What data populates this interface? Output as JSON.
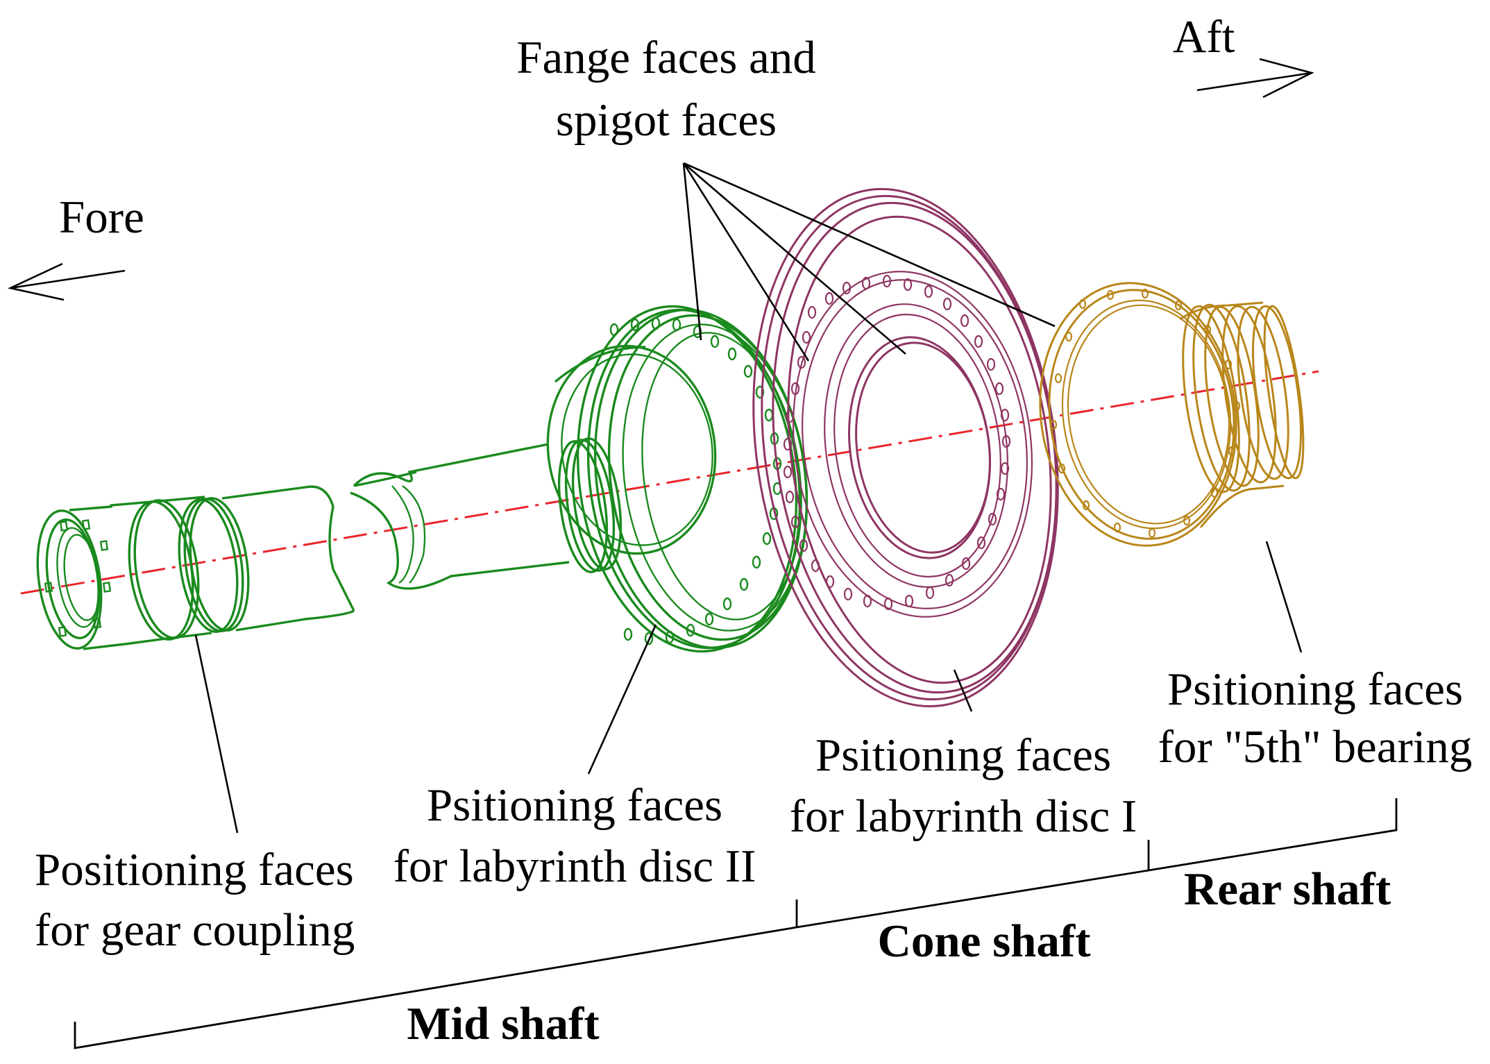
{
  "direction_labels": {
    "fore": "Fore",
    "aft": "Aft"
  },
  "callouts": {
    "flange_spigot": [
      "Fange faces and",
      "spigot faces"
    ],
    "gear_coupling": [
      "Positioning faces",
      "for gear coupling"
    ],
    "labyrinth_disc_2": [
      "Psitioning faces",
      "for labyrinth disc II"
    ],
    "labyrinth_disc_1": [
      "Psitioning faces",
      "for labyrinth disc I"
    ],
    "bearing_5th": [
      "Psitioning faces",
      "for \"5th\" bearing"
    ]
  },
  "shaft_segments": {
    "mid": "Mid shaft",
    "cone": "Cone shaft",
    "rear": "Rear shaft"
  },
  "colors": {
    "mid_shaft": "#1a8a1e",
    "cone_shaft": "#8e3563",
    "rear_shaft": "#b8861a",
    "centerline": "#e8262c",
    "annotation": "#000000"
  }
}
